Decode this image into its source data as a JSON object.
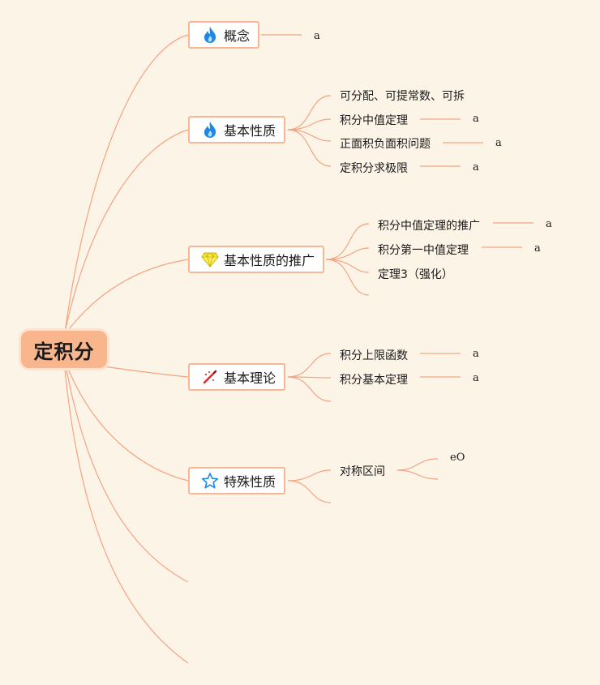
{
  "root": {
    "label": "定积分"
  },
  "branches": [
    {
      "label": "概念",
      "icon": "flame-icon",
      "note": "a",
      "children": []
    },
    {
      "label": "基本性质",
      "icon": "flame-icon",
      "children": [
        {
          "label": "可分配、可提常数、可拆"
        },
        {
          "label": "积分中值定理",
          "note": "a"
        },
        {
          "label": "正面积负面积问题",
          "note": "a"
        },
        {
          "label": "定积分求极限",
          "note": "a"
        }
      ]
    },
    {
      "label": "基本性质的推广",
      "icon": "diamond-icon",
      "children": [
        {
          "label": "积分中值定理的推广",
          "note": "a"
        },
        {
          "label": "积分第一中值定理",
          "note": "a"
        },
        {
          "label": "定理3（强化）"
        }
      ]
    },
    {
      "label": "基本理论",
      "icon": "pencil-icon",
      "children": [
        {
          "label": "积分上限函数",
          "note": "a"
        },
        {
          "label": "积分基本定理",
          "note": "a"
        }
      ]
    },
    {
      "label": "特殊性质",
      "icon": "star-icon",
      "children": [
        {
          "label": "对称区间",
          "note": "eO"
        }
      ]
    }
  ],
  "colors": {
    "line": "#f4a380",
    "root_fill": "#f9b58b",
    "node_border": "#f6b794",
    "background": "#fdf4e8"
  }
}
